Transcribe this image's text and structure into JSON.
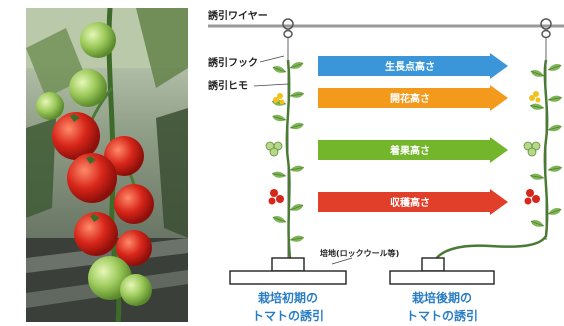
{
  "labels": {
    "wire": "誘引ワイヤー",
    "hook": "誘引フック",
    "string": "誘引ヒモ",
    "medium": "培地(ロックウール等)"
  },
  "heights": [
    {
      "label": "生長点高さ",
      "color": "#3a96d8"
    },
    {
      "label": "開花高さ",
      "color": "#f39a1d"
    },
    {
      "label": "着果高さ",
      "color": "#73b62b"
    },
    {
      "label": "収穫高さ",
      "color": "#e23f2a"
    }
  ],
  "captions": {
    "early": [
      "栽培初期の",
      "トマトの誘引"
    ],
    "late": [
      "栽培後期の",
      "トマトの誘引"
    ]
  },
  "colors": {
    "caption": "#2a7dc4",
    "wire": "#9a9a9a",
    "leaf": "#7fb556",
    "stem": "#4a7a34"
  }
}
